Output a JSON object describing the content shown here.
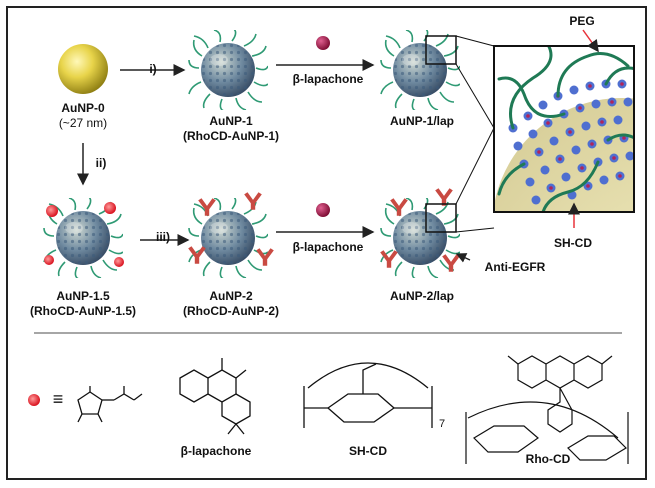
{
  "nanoparticles": {
    "aunp0": {
      "name": "AuNP-0",
      "size": "(~27 nm)"
    },
    "aunp1": {
      "name": "AuNP-1",
      "alias": "(RhoCD-AuNP-1)"
    },
    "aunp1lap": {
      "name": "AuNP-1/lap"
    },
    "aunp15": {
      "name": "AuNP-1.5",
      "alias": "(RhoCD-AuNP-1.5)"
    },
    "aunp2": {
      "name": "AuNP-2",
      "alias": "(RhoCD-AuNP-2)"
    },
    "aunp2lap": {
      "name": "AuNP-2/lap"
    }
  },
  "steps": {
    "i": "i)",
    "ii": "ii)",
    "iii": "iii)"
  },
  "reagent": {
    "top": "β-lapachone",
    "bottom": "β-lapachone"
  },
  "callouts": {
    "peg": "PEG",
    "shcd": "SH-CD",
    "antiegfr": "Anti-EGFR"
  },
  "legend": {
    "equiv": "≡",
    "lapachone": "β-lapachone",
    "shcd": "SH-CD",
    "shcd_repeat": "7",
    "rhocd": "Rho-CD"
  },
  "colors": {
    "gold": "#e8d44a",
    "peg": "#2f9a74",
    "rho": "#e8323a",
    "antibody": "#c94a42",
    "core": "#4a6f8e"
  }
}
